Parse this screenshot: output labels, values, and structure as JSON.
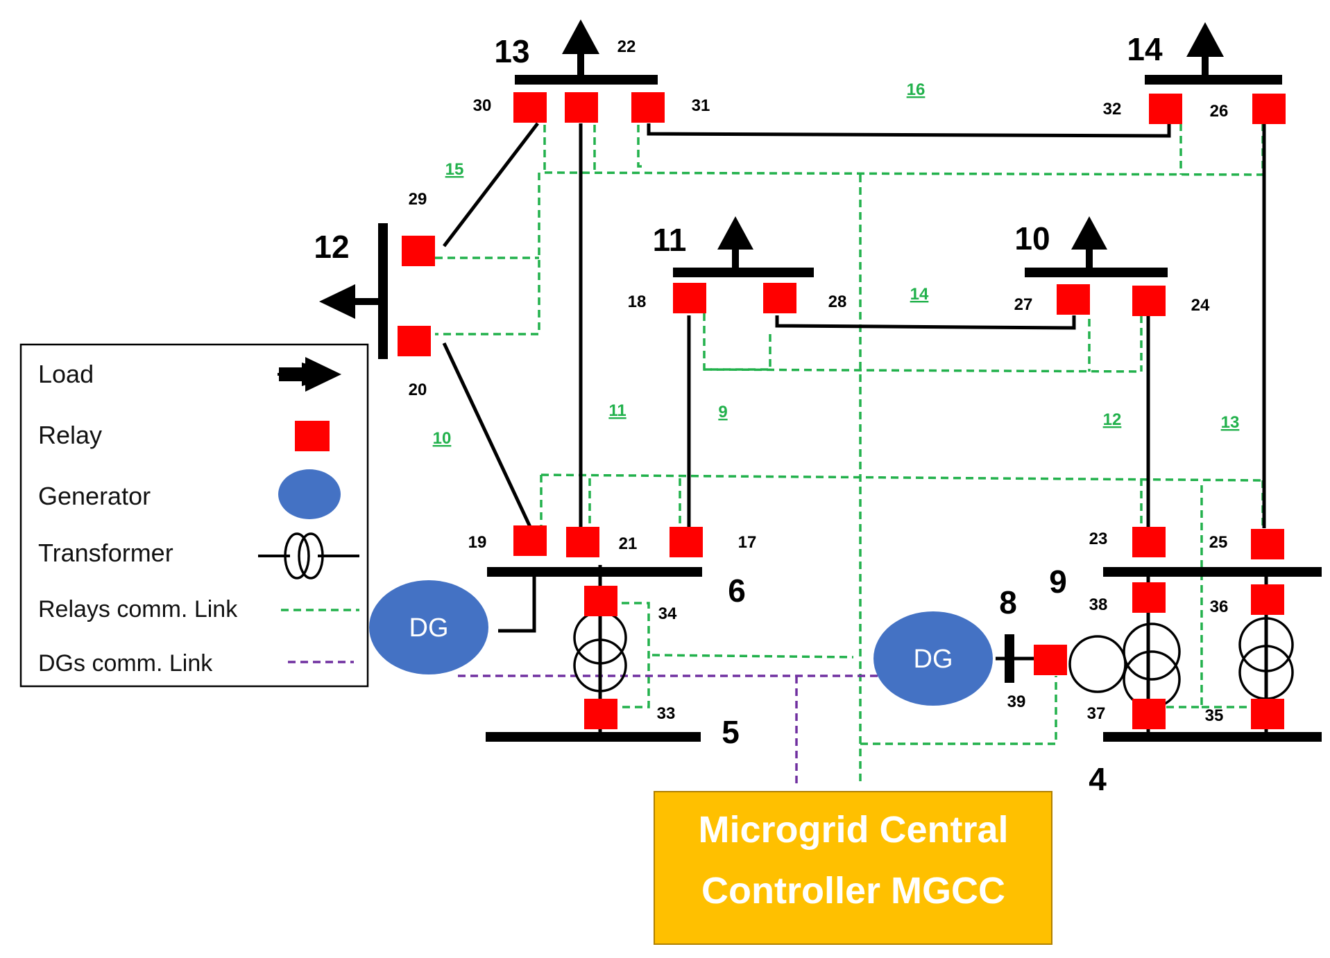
{
  "buses": {
    "b4": "4",
    "b5": "5",
    "b6": "6",
    "b8": "8",
    "b9": "9",
    "b10": "10",
    "b11": "11",
    "b12": "12",
    "b13": "13",
    "b14": "14"
  },
  "relays": {
    "r17": "17",
    "r18": "18",
    "r19": "19",
    "r20": "20",
    "r21": "21",
    "r22": "22",
    "r23": "23",
    "r24": "24",
    "r25": "25",
    "r26": "26",
    "r27": "27",
    "r28": "28",
    "r29": "29",
    "r30": "30",
    "r31": "31",
    "r32": "32",
    "r33": "33",
    "r34": "34",
    "r35": "35",
    "r36": "36",
    "r37": "37",
    "r38": "38",
    "r39": "39"
  },
  "lines": {
    "l9": "9",
    "l10": "10",
    "l11": "11",
    "l12": "12",
    "l13": "13",
    "l14": "14",
    "l15": "15",
    "l16": "16"
  },
  "generators": {
    "dg_left": "DG",
    "dg_right": "DG"
  },
  "mgcc": {
    "line1": "Microgrid Central",
    "line2": "Controller MGCC",
    "color": "#ffc000"
  },
  "legend": {
    "load": "Load",
    "relay": "Relay",
    "generator": "Generator",
    "transformer": "Transformer",
    "relays_link": "Relays comm. Link",
    "dgs_link": "DGs comm. Link"
  },
  "colors": {
    "relay": "#ff0000",
    "generator": "#4472c4",
    "relays_link": "#22b14c",
    "dgs_link": "#7030a0"
  }
}
